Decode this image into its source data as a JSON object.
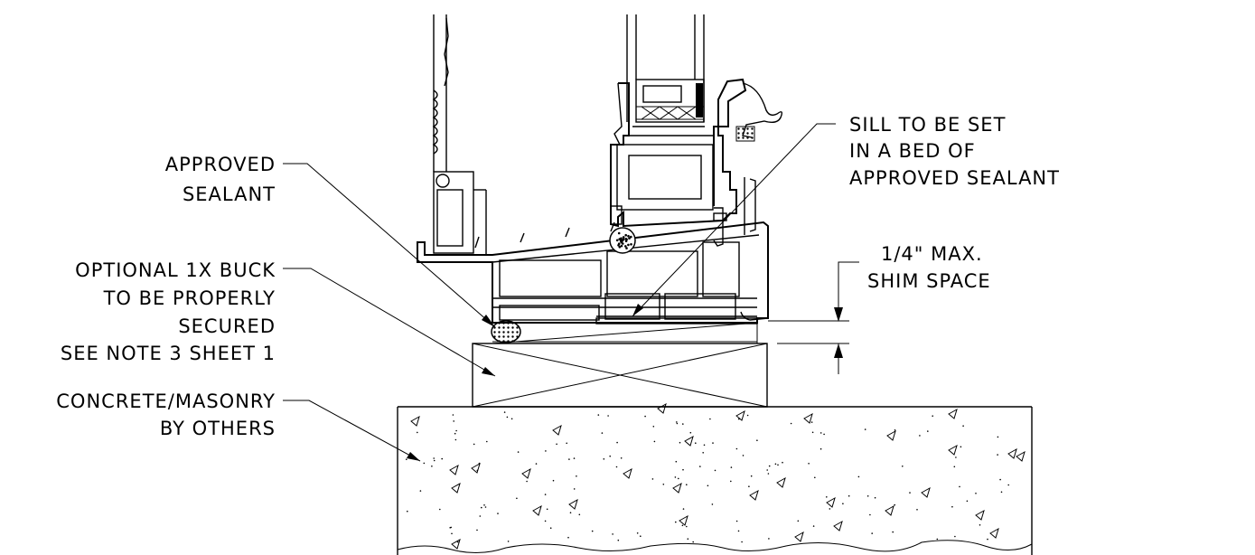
{
  "labels": {
    "approved_sealant": [
      "APPROVED",
      "SEALANT"
    ],
    "optional_buck": [
      "OPTIONAL 1X BUCK",
      "TO BE PROPERLY",
      "SECURED",
      "SEE NOTE 3 SHEET 1"
    ],
    "concrete": [
      "CONCRETE/MASONRY",
      "BY OTHERS"
    ],
    "sill_bed": [
      "SILL TO BE SET",
      "IN A BED OF",
      "APPROVED SEALANT"
    ],
    "shim_space": [
      "1/4\" MAX.",
      "SHIM SPACE"
    ]
  },
  "colors": {
    "line": "#000000",
    "background": "#ffffff"
  }
}
